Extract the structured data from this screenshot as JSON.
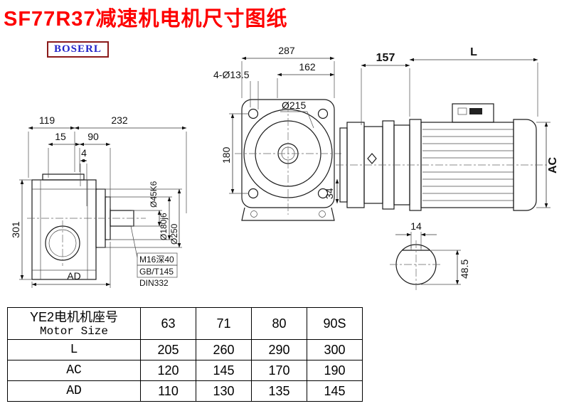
{
  "page": {
    "title": "SF77R37减速机电机尺寸图纸",
    "logo": "BOSERL"
  },
  "dims": {
    "side": {
      "w119": "119",
      "w232": "232",
      "w15": "15",
      "w90": "90",
      "w4": "4",
      "h301": "301",
      "ad": "AD",
      "shaft_dia": "Ø45K6",
      "spigot_dia": "Ø180j6",
      "flange_dia": "Ø250",
      "note1": "M16深40",
      "note2": "GB/T145",
      "note3": "DIN332"
    },
    "front": {
      "w287": "287",
      "w162": "162",
      "holes": "4-Ø13.5",
      "dia215": "Ø215",
      "h180": "180",
      "h34": "34"
    },
    "motor": {
      "w157": "157",
      "len": "L",
      "ac": "AC"
    },
    "shaft": {
      "w14": "14",
      "h485": "48.5"
    }
  },
  "table": {
    "header": {
      "line1": "YE2电机机座号",
      "line2": "Motor Size"
    },
    "sizes": [
      "63",
      "71",
      "80",
      "90S"
    ],
    "rows": [
      {
        "label": "L",
        "values": [
          "205",
          "260",
          "290",
          "300"
        ]
      },
      {
        "label": "AC",
        "values": [
          "120",
          "145",
          "170",
          "190"
        ]
      },
      {
        "label": "AD",
        "values": [
          "110",
          "130",
          "135",
          "145"
        ]
      }
    ]
  }
}
